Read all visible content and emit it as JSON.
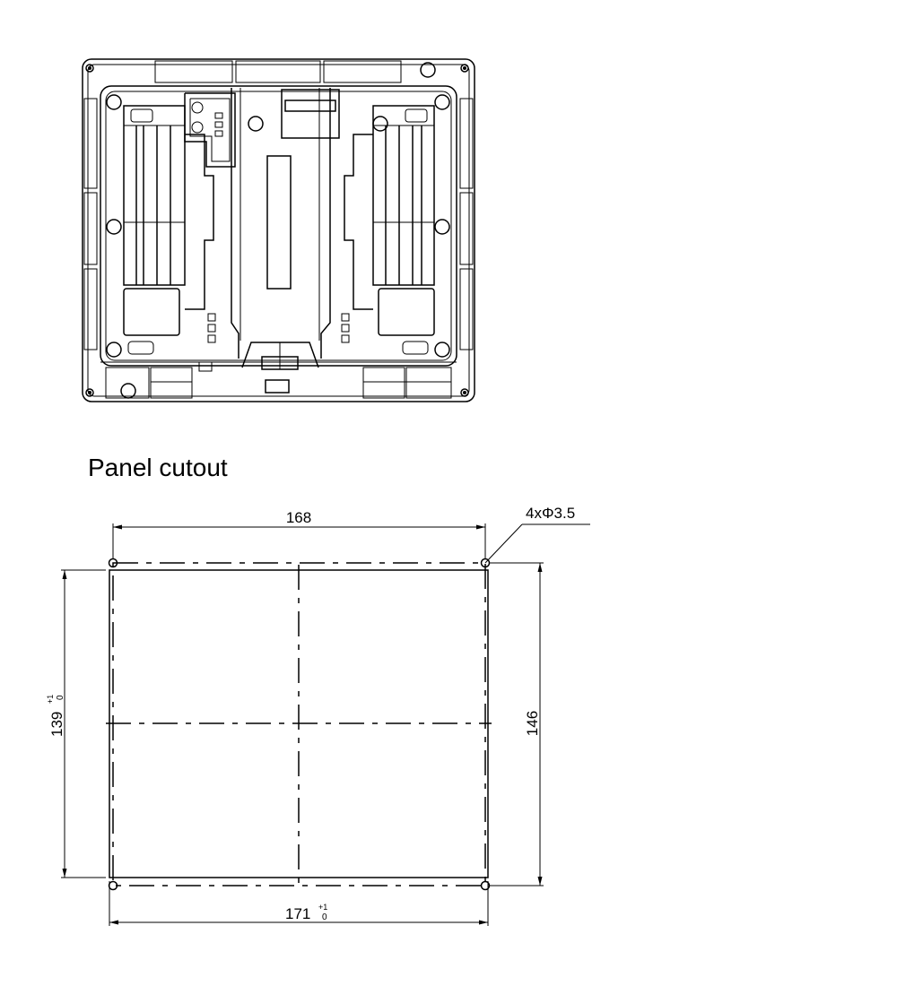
{
  "title": "Panel cutout",
  "holes_label": "4xΦ3.5",
  "dim_top": "168",
  "dim_bottom": "171",
  "dim_bottom_tol_upper": "+1",
  "dim_bottom_tol_lower": "0",
  "dim_left": "139",
  "dim_left_tol_upper": "+1",
  "dim_left_tol_lower": "0",
  "dim_right": "146"
}
